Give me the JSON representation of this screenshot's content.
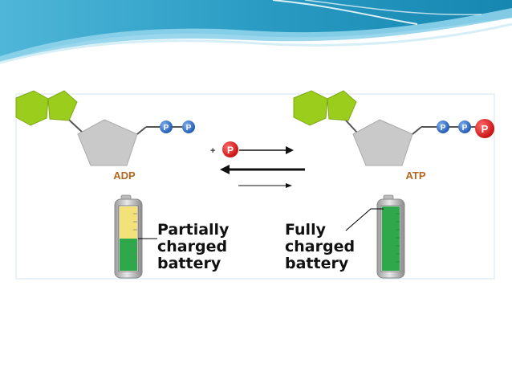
{
  "slide": {
    "header_colors": [
      "#1a8fb5",
      "#5ec3de",
      "#bfe6f2"
    ]
  },
  "diagram": {
    "adp_label": "ADP",
    "atp_label": "ATP",
    "phosphate_symbol": "P",
    "plus_sign": "+",
    "partial_battery_text": [
      "Partially",
      "charged",
      "battery"
    ],
    "full_battery_text": [
      "Fully",
      "charged",
      "battery"
    ],
    "partial_charge_fraction": 0.5,
    "full_charge_fraction": 1.0,
    "colors": {
      "base": "#9acd1c",
      "sugar": "#c8c8c8",
      "phosphate_blue": "#2e6fc7",
      "phosphate_red": "#e01b1b",
      "label_brown": "#b5651d",
      "battery_green": "#2ea84a",
      "battery_yellow": "#f3e27a"
    }
  }
}
